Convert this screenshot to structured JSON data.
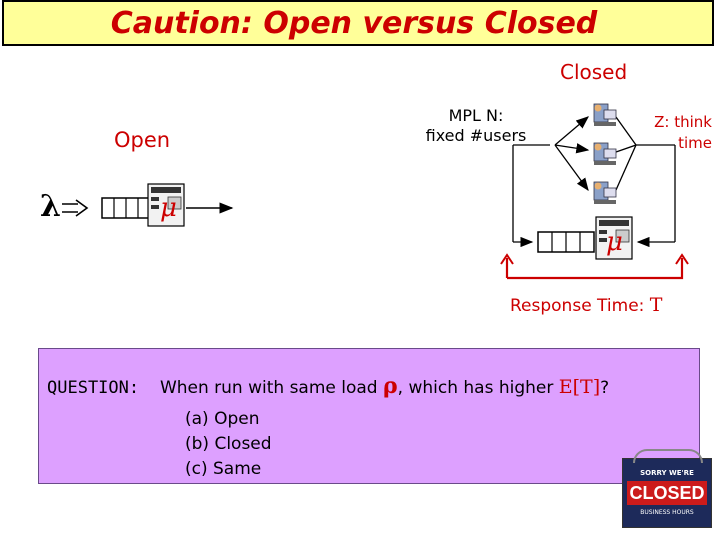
{
  "title": "Caution: Open versus Closed",
  "open": {
    "label": "Open",
    "arrival_symbol": "λ",
    "service_symbol": "μ"
  },
  "closed": {
    "label": "Closed",
    "mpl_line1": "MPL N:",
    "mpl_line2": "fixed #users",
    "think_line1": "Z: think",
    "think_line2": "time",
    "service_symbol": "μ",
    "response_label": "Response Time:",
    "response_symbol": "T"
  },
  "question": {
    "prefix": "QUESTION:",
    "text_before": "When run with same load",
    "rho": "ρ",
    "text_after": ", which has higher",
    "expectation": "E[T]",
    "qmark": "?",
    "options": [
      "(a) Open",
      "(b) Closed",
      "(c) Same"
    ]
  },
  "sign": {
    "line1": "SORRY WE'RE",
    "line2": "CLOSED",
    "line3": "BUSINESS HOURS"
  },
  "colors": {
    "accent_red": "#cc0000",
    "title_bg": "#ffff99",
    "question_bg": "#dda0ff"
  }
}
